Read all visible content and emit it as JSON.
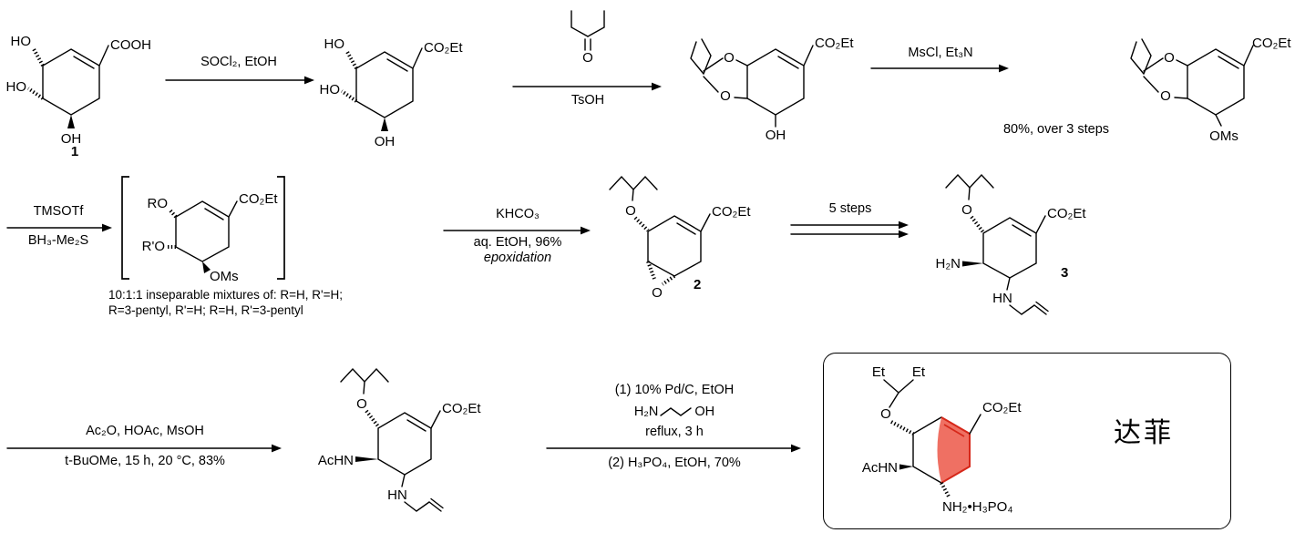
{
  "compounds": {
    "c1": {
      "acid": "COOH",
      "ho_top": "HO",
      "ho_mid": "HO",
      "oh_bottom": "OH",
      "number": "1"
    },
    "c2": {
      "ester": "CO₂Et",
      "ho_top": "HO",
      "ho_mid": "HO",
      "oh_bottom": "OH"
    },
    "pentanone": {
      "oxygen": "O"
    },
    "c3": {
      "o_top": "O",
      "o_bottom": "O",
      "ester": "CO₂Et",
      "oh": "OH"
    },
    "c4": {
      "o_top": "O",
      "o_bottom": "O",
      "ester": "CO₂Et",
      "oms": "OMs",
      "yield_note": "80%, over 3 steps"
    },
    "bracketed": {
      "ro": "RO",
      "rpo": "R'O",
      "ester": "CO₂Et",
      "oms": "OMs",
      "note1": "10:1:1 inseparable mixtures of: R=H, R'=H;",
      "note2": "R=3-pentyl, R'=H; R=H, R'=3-pentyl"
    },
    "c5": {
      "o_ether": "O",
      "ester": "CO₂Et",
      "o_epoxide": "O",
      "number": "2"
    },
    "c6": {
      "o_ether": "O",
      "ester": "CO₂Et",
      "amine": "H₂N",
      "nh": "HN",
      "number": "3"
    },
    "c7": {
      "o_ether": "O",
      "ester": "CO₂Et",
      "achn": "AcHN",
      "nh": "HN"
    },
    "c8": {
      "et_left": "Et",
      "et_right": "Et",
      "o_ether": "O",
      "ester": "CO₂Et",
      "achn": "AcHN",
      "ammonium_salt": "NH₂•H₃PO₄",
      "trade_name": "达菲"
    }
  },
  "arrows": {
    "a1": {
      "above": "SOCl₂, EtOH"
    },
    "a2": {
      "below": "TsOH"
    },
    "a3": {
      "above": "MsCl, Et₃N"
    },
    "a4": {
      "above": "TMSOTf",
      "below": "BH₃-Me₂S"
    },
    "a5": {
      "above": "KHCO₃",
      "below1": "aq. EtOH, 96%",
      "below2": "epoxidation"
    },
    "a6": {
      "above": "5 steps"
    },
    "a7": {
      "above": "Ac₂O, HOAc, MsOH",
      "below": "t-BuOMe, 15 h, 20 °C, 83%"
    },
    "a8": {
      "above1": "(1) 10% Pd/C, EtOH",
      "amine": "H₂N",
      "alcohol": "OH",
      "above3": "reflux, 3 h",
      "below": "(2) H₃PO₄, EtOH, 70%"
    }
  },
  "colors": {
    "highlight_fill": "#ef7063",
    "highlight_stroke": "#d6281a"
  }
}
